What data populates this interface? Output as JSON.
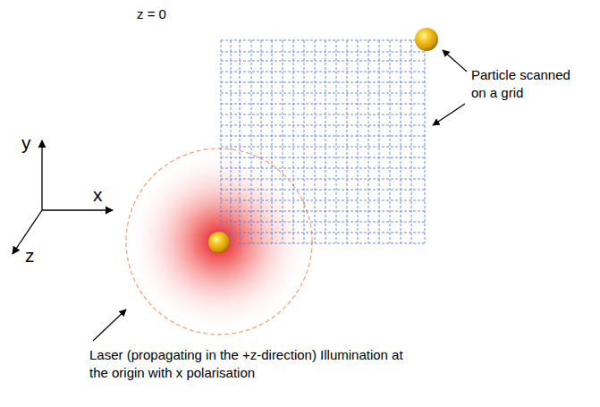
{
  "diagram": {
    "labels": [
      "z = 0",
      "y",
      "x",
      "z",
      "Particle scanned on a grid",
      "Laser (propagating in the +z-direction) Illumination at the origin with x polarisation"
    ]
  }
}
